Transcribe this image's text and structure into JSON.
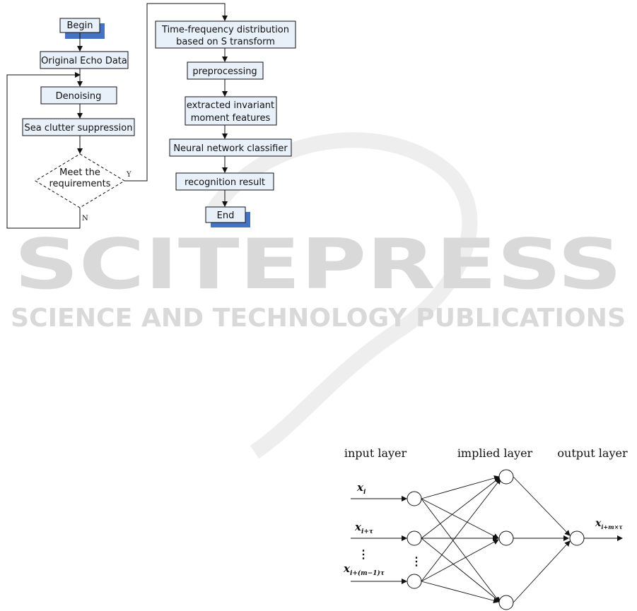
{
  "watermark": {
    "title": "SCITEPRESS",
    "subtitle": "SCIENCE AND TECHNOLOGY PUBLICATIONS"
  },
  "flowchart": {
    "begin": "Begin",
    "original_echo": "Original Echo Data",
    "denoising": "Denoising",
    "clutter_suppression": "Sea clutter suppression",
    "decision_line1": "Meet the",
    "decision_line2": "requirements",
    "yes": "Y",
    "no": "N",
    "tfd_line1": "Time-frequency distribution",
    "tfd_line2": "based on S transform",
    "preprocessing": "preprocessing",
    "features_line1": "extracted invariant",
    "features_line2": "moment  features",
    "classifier": "Neural network classifier",
    "recognition": "recognition  result",
    "end": "End",
    "box_fill": "#e8f0fa",
    "accent": "#4472c4"
  },
  "network": {
    "input_layer": "input layer",
    "hidden_layer": "implied layer",
    "output_layer": "output layer",
    "dots": "⋮",
    "x_base": "x",
    "sub_i": "i",
    "sub_i_tau": "i+τ",
    "sub_i_m1_tau": "i+(m−1)τ",
    "sub_out": "i+m×τ"
  }
}
